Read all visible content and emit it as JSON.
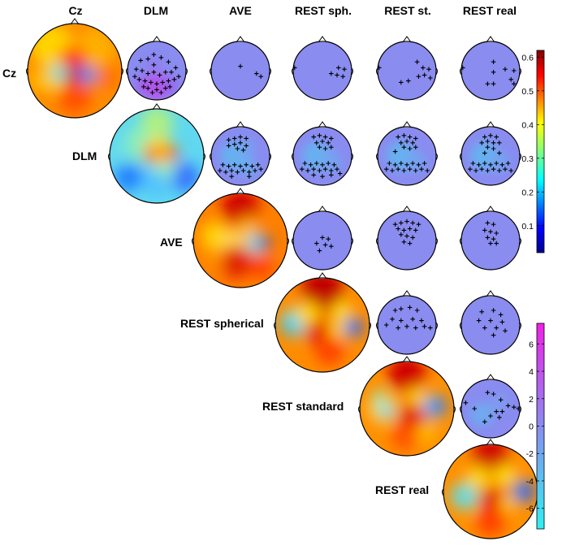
{
  "column_headers": [
    "Cz",
    "DLM",
    "AVE",
    "REST sph.",
    "REST st.",
    "REST real"
  ],
  "row_labels": [
    "Cz",
    "DLM",
    "AVE",
    "REST spherical",
    "REST standard",
    "REST real"
  ],
  "colorbar_top": {
    "ticks": [
      "0.6",
      "0.5",
      "0.4",
      "0.3",
      "0.2",
      "0.1"
    ],
    "range": [
      0.02,
      0.62
    ],
    "colormap": "jet",
    "colors": [
      "#00008f",
      "#0050ff",
      "#00dfff",
      "#80ff80",
      "#ffef00",
      "#ff6000",
      "#8f0000"
    ]
  },
  "colorbar_bottom": {
    "ticks": [
      "6",
      "4",
      "2",
      "0",
      "-2",
      "-4",
      "-6"
    ],
    "range": [
      -7.5,
      7.5
    ],
    "colormap": "cool",
    "colors": [
      "#40f0f0",
      "#8a8cf0",
      "#f030e8"
    ]
  },
  "colors": {
    "significance_marker": "#000000",
    "difference_map_base": "#8a8cf0",
    "head_outline": "#000000"
  }
}
